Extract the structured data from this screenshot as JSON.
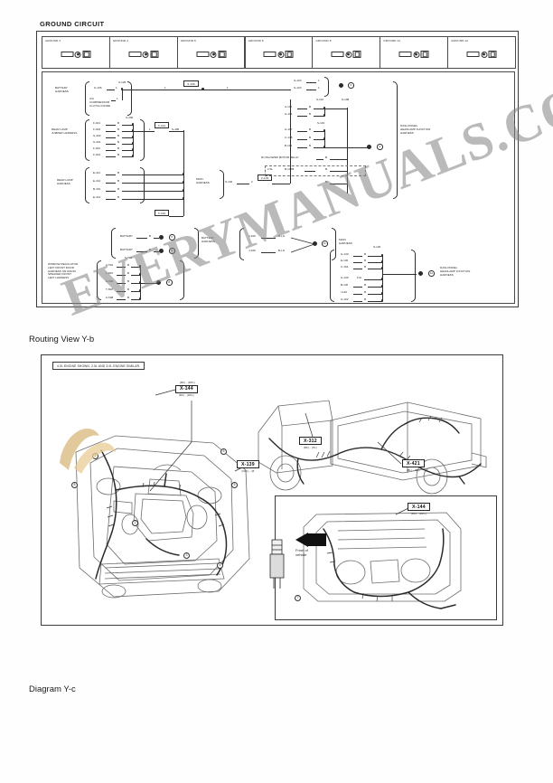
{
  "document": {
    "watermark": "EVERYMANUALS.COM"
  },
  "section_ground_circuit": {
    "title": "GROUND CIRCUIT",
    "connector_headers": [
      {
        "label": "GROUND 3"
      },
      {
        "label": "GROUND 4"
      },
      {
        "label": "GROUND 5"
      },
      {
        "label": "GROUND 6"
      },
      {
        "label": "GROUND 8"
      },
      {
        "label": "GROUND 11"
      },
      {
        "label": "GROUND 12"
      }
    ],
    "harness_labels": {
      "battery_harness": "BATTERY HARNESS",
      "ac_compressor": "A/C COMPRESSOR CLUTCH DIODE",
      "rear_lamp_jumper": "REAR LAMP JUMPER HARNESS",
      "rear_lamp": "REAR LAMP HARNESS",
      "main_harness": "MAIN HARNESS",
      "dash_panel_headlamp": "DASH PANEL HEADLAMP JUNCTION HARNESS",
      "window_regulator": "WINDOW REGULATOR LEFT FRONT DOOR HARNESS OR RADIO SPEAKER FRONT LEFT HARNESS",
      "battery_harness_2": "BATTERY HARNESS",
      "main_harness_2": "MAIN HARNESS",
      "dash_panel_headlamp_2": "DASH PANEL HEADLAMP JUNCTION HARNESS"
    },
    "group_a_wires": [
      {
        "id": "G-106",
        "pin": "1"
      },
      {
        "id": "G-106",
        "pin": "1"
      }
    ],
    "group_a_splice": "S-126",
    "group_a_boxes": [
      "X-106",
      "X-109"
    ],
    "rear_lamp_jumper_wires": [
      {
        "id": "F-401",
        "pin": "B"
      },
      {
        "id": "F-406",
        "pin": "B"
      },
      {
        "id": "G-402",
        "pin": "B"
      },
      {
        "id": "G-401",
        "pin": "B"
      },
      {
        "id": "F-402",
        "pin": "B"
      },
      {
        "id": "F-404",
        "pin": "B"
      }
    ],
    "rear_lamp_jumper_splice": "S-406",
    "rear_lamp_jumper_box": "X-412",
    "rear_lamp_wires": [
      {
        "id": "E-411",
        "pin": "B"
      },
      {
        "id": "E-412",
        "pin": "B"
      },
      {
        "id": "B-401",
        "pin": "B"
      },
      {
        "id": "E-414",
        "pin": "B"
      }
    ],
    "rear_lamp_box": "X-422",
    "main_harness_wire": "S-102",
    "upper_right_wires": [
      {
        "id": "G-104",
        "pin": "1"
      },
      {
        "id": "G-104",
        "pin": "1"
      }
    ],
    "mid_right_wires": [
      {
        "id": "A-107",
        "pin": "B"
      },
      {
        "id": "G-101",
        "pin": "B"
      }
    ],
    "mid_right_splice": "S-110",
    "mid_right_splice_2": "S-108",
    "lower_right_wires": [
      {
        "id": "G-107",
        "pin": "B"
      },
      {
        "id": "C-148",
        "pin": "B"
      },
      {
        "id": "B-102",
        "pin": "B"
      }
    ],
    "lower_right_splice": "S-119",
    "relay_label": "R/J BLOWER MOTOR RELAY",
    "relay_pin": "B",
    "engine_note": "2.5L",
    "engine_wire": "B-106B",
    "engine_pin": "B",
    "bottom_pin": "B",
    "battery_rows": [
      {
        "label": "BATTERY",
        "pin": "B"
      },
      {
        "label": "BATTERY",
        "pin": "B"
      }
    ],
    "jumper_rows": [
      {
        "id": "J-109",
        "gauge": "B-LG"
      },
      {
        "id": "J-109",
        "gauge": "B-LG"
      }
    ],
    "jumper_marker": "11",
    "window_rows": [
      {
        "id": "A-501",
        "pin": "B"
      },
      {
        "id": "L-909",
        "pin": "B"
      },
      {
        "id": "K-502",
        "pin": "B"
      },
      {
        "id": "T-508",
        "pin": "B"
      },
      {
        "id": "K-508",
        "pin": "B"
      }
    ],
    "window_splice": "S-501",
    "dash_rows_upper": [
      {
        "id": "G-130",
        "pin": "B"
      },
      {
        "id": "E-130",
        "pin": "B"
      },
      {
        "id": "C-164",
        "pin": "B"
      }
    ],
    "dash_rows_lower": [
      {
        "id": "G-130",
        "pin": "F/G"
      },
      {
        "id": "B-130",
        "pin": "B"
      },
      {
        "id": "I-140",
        "pin": "B"
      },
      {
        "id": "G-162",
        "pin": "B"
      }
    ],
    "dash_splice": "S-130"
  },
  "section_routing_view": {
    "title": "Routing View Y-b",
    "note": "4.0L ENGINE SHOWN, 2.5L AND 3.0L ENGINE SIMILAR.",
    "front_of_vehicle": "Front of\nvehicle",
    "callouts": [
      {
        "top": "(BK) - (DPL)",
        "code": "X-144",
        "bottom": "(BK) - (DPL)"
      },
      {
        "top": "",
        "code": "X-139",
        "bottom": "(DPL) - (B"
      },
      {
        "top": "",
        "code": "X-312",
        "bottom": "(BK) - (PL)"
      },
      {
        "top": "",
        "code": "X-421",
        "bottom": "(BL) - (BL)"
      },
      {
        "top": "",
        "code": "X-144",
        "bottom": "(BK) - (DPL)"
      }
    ],
    "bubbles": [
      "1",
      "2",
      "3",
      "4",
      "5",
      "6",
      "7",
      "8"
    ]
  },
  "section_diagram": {
    "title": "Diagram Y-c"
  }
}
